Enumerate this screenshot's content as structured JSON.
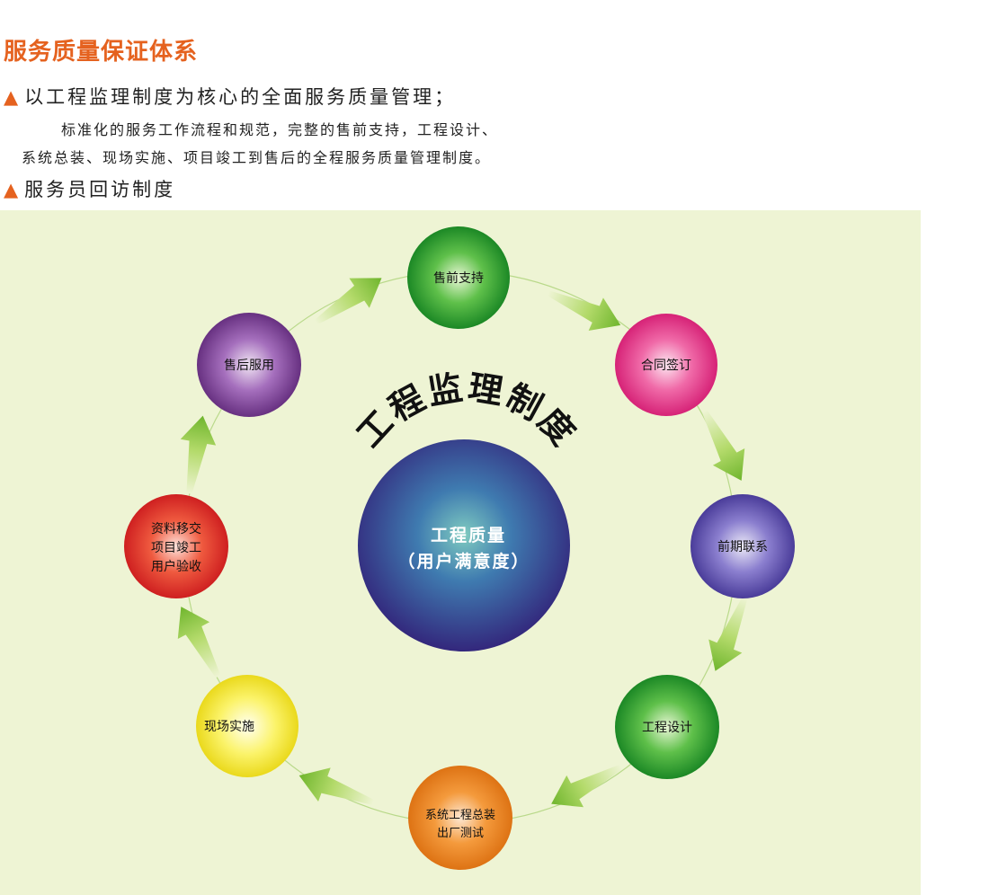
{
  "header": {
    "title": "服务质量保证体系"
  },
  "bullets": {
    "marker": "▲",
    "item1": "以工程监理制度为核心的全面服务质量管理；",
    "item1_desc_line1": "标准化的服务工作流程和规范，完整的售前支持，工程设计、",
    "item1_desc_line2": "系统总装、现场实施、项目竣工到售后的全程服务质量管理制度。",
    "item2": "服务员回访制度"
  },
  "diagram": {
    "arc_title": "工程监理制度",
    "center_line1": "工程质量",
    "center_line2": "（用户满意度）",
    "colors": {
      "background": "#eef4d4",
      "arc_title": "#111111",
      "arrow": "#8bc63f",
      "ring": "#b9d98a"
    },
    "nodes": [
      {
        "id": "presale",
        "lines": [
          "售前支持"
        ],
        "color": "green"
      },
      {
        "id": "contract",
        "lines": [
          "合同签订"
        ],
        "color": "pink"
      },
      {
        "id": "contact",
        "lines": [
          "前期联系"
        ],
        "color": "violet"
      },
      {
        "id": "design",
        "lines": [
          "工程设计"
        ],
        "color": "green"
      },
      {
        "id": "assembly",
        "lines": [
          "系统工程总装",
          "出厂测试"
        ],
        "color": "orange"
      },
      {
        "id": "onsite",
        "lines": [
          "现场实施"
        ],
        "color": "yellow"
      },
      {
        "id": "handover",
        "lines": [
          "资料移交",
          "项目竣工",
          "用户验收"
        ],
        "color": "red"
      },
      {
        "id": "aftersale",
        "lines": [
          "售后服用"
        ],
        "color": "purple"
      }
    ]
  }
}
